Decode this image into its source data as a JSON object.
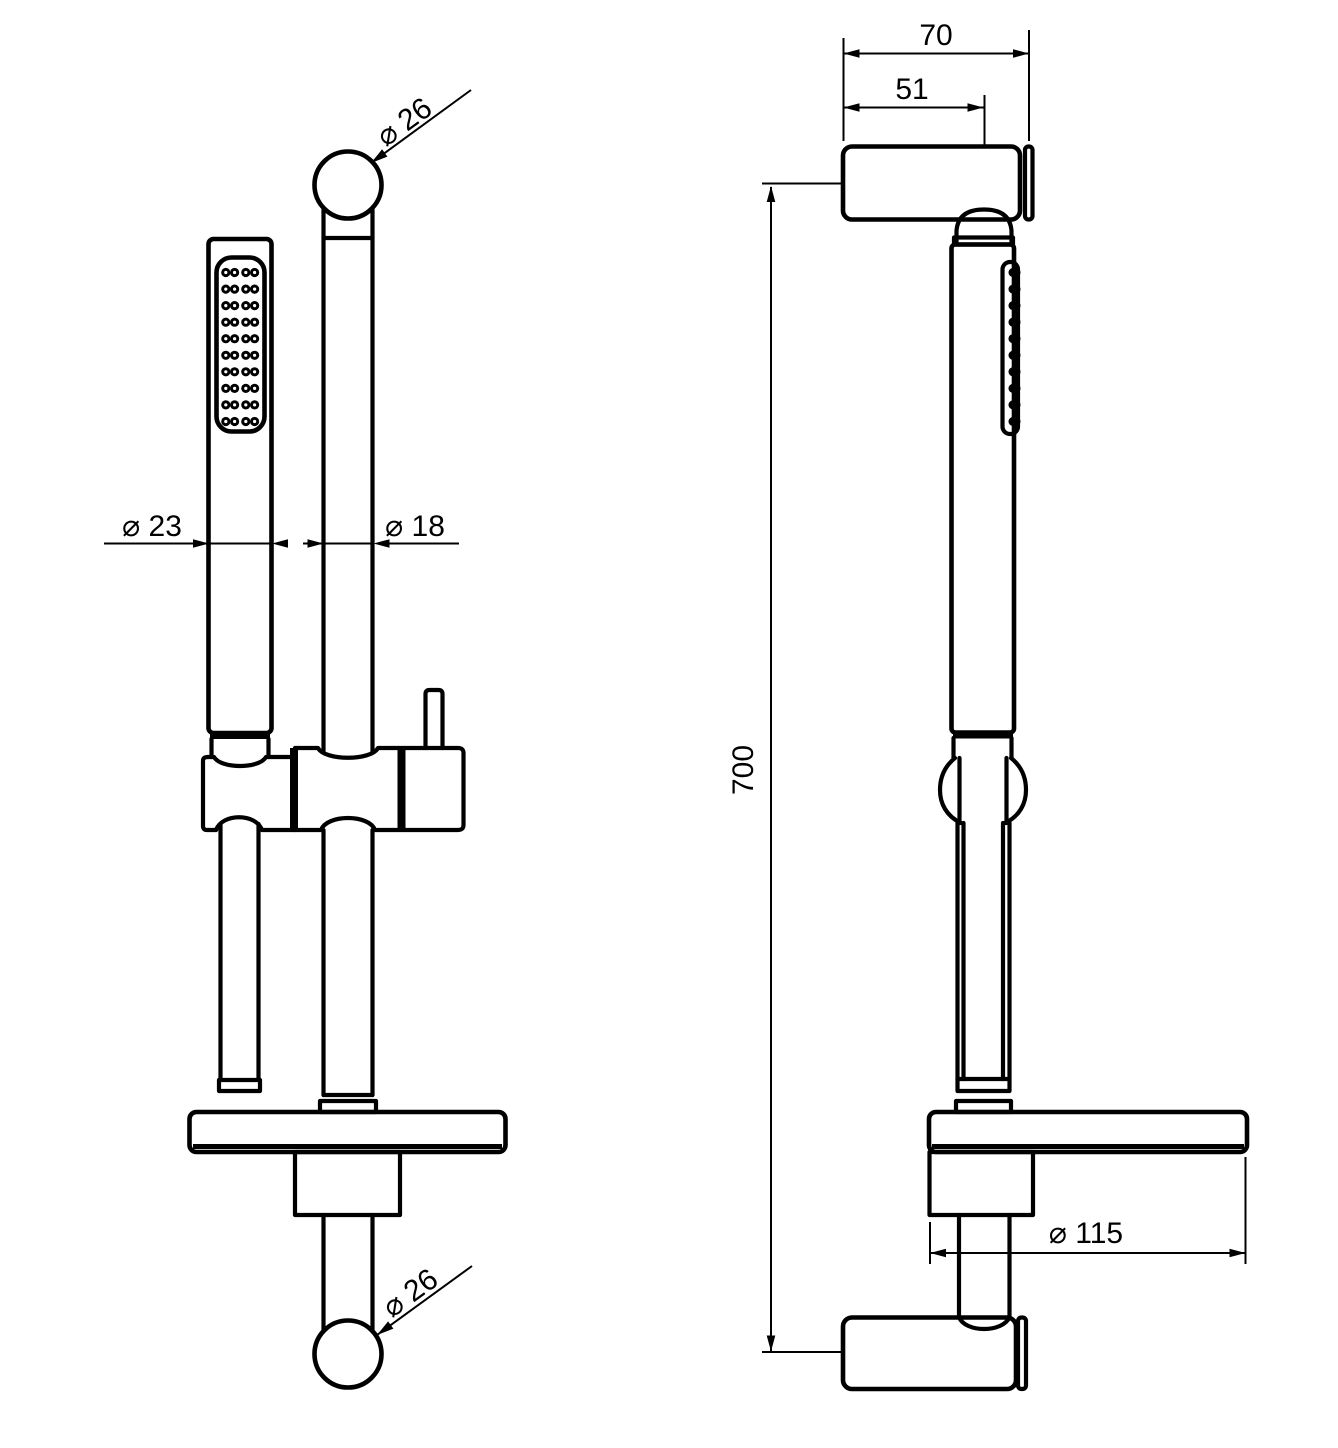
{
  "page": {
    "background": "#ffffff",
    "line_color": "#000000"
  },
  "drawing": {
    "type": "technical-dimension-drawing",
    "subject": "shower slide rail set with hand shower, front and side elevation views",
    "views": {
      "front": "front-view",
      "side": "side-view"
    },
    "labels": {
      "front": {
        "top_knob_diameter": "⌀ 26",
        "hand_shower_diameter": "⌀ 23",
        "rail_diameter": "⌀ 18",
        "bottom_knob_diameter": "⌀ 26"
      },
      "side": {
        "bracket_depth": "70",
        "bracket_center_offset": "51",
        "rail_length": "700",
        "flange_diameter": "⌀ 115"
      }
    }
  }
}
